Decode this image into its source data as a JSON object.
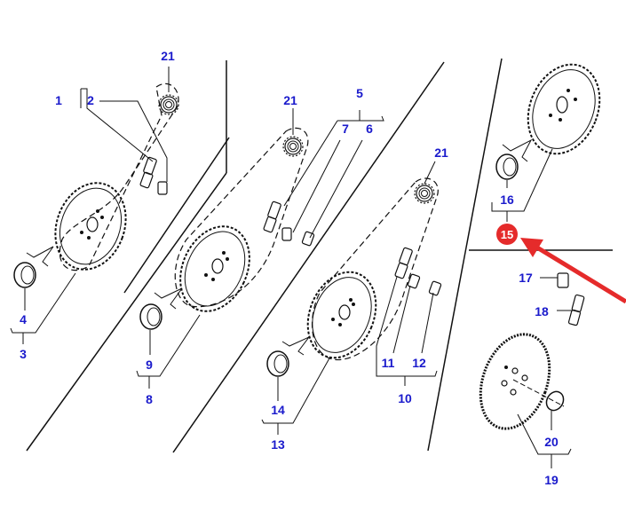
{
  "diagram": {
    "title": "",
    "colors": {
      "line": "#111111",
      "callout_text": "#1a1acc",
      "highlight_fill": "#e52b2b",
      "highlight_arrow": "#e52b2b",
      "background": "#ffffff"
    },
    "callouts": [
      {
        "id": "c21a",
        "text": "21"
      },
      {
        "id": "c1",
        "text": "1"
      },
      {
        "id": "c2",
        "text": "2"
      },
      {
        "id": "c4",
        "text": "4"
      },
      {
        "id": "c3",
        "text": "3"
      },
      {
        "id": "c21b",
        "text": "21"
      },
      {
        "id": "c5",
        "text": "5"
      },
      {
        "id": "c7",
        "text": "7"
      },
      {
        "id": "c6",
        "text": "6"
      },
      {
        "id": "c9",
        "text": "9"
      },
      {
        "id": "c8",
        "text": "8"
      },
      {
        "id": "c21c",
        "text": "21"
      },
      {
        "id": "c11",
        "text": "11"
      },
      {
        "id": "c12",
        "text": "12"
      },
      {
        "id": "c10",
        "text": "10"
      },
      {
        "id": "c14",
        "text": "14"
      },
      {
        "id": "c13",
        "text": "13"
      },
      {
        "id": "c16",
        "text": "16"
      },
      {
        "id": "c17",
        "text": "17"
      },
      {
        "id": "c18",
        "text": "18"
      },
      {
        "id": "c20",
        "text": "20"
      },
      {
        "id": "c19",
        "text": "19"
      }
    ],
    "highlight": {
      "text": "15",
      "icon": "red-arrow-icon"
    },
    "parts": [
      "drive-sprocket-small",
      "chain-link",
      "connecting-link",
      "large-sprocket",
      "bushing",
      "retaining-ring"
    ]
  }
}
